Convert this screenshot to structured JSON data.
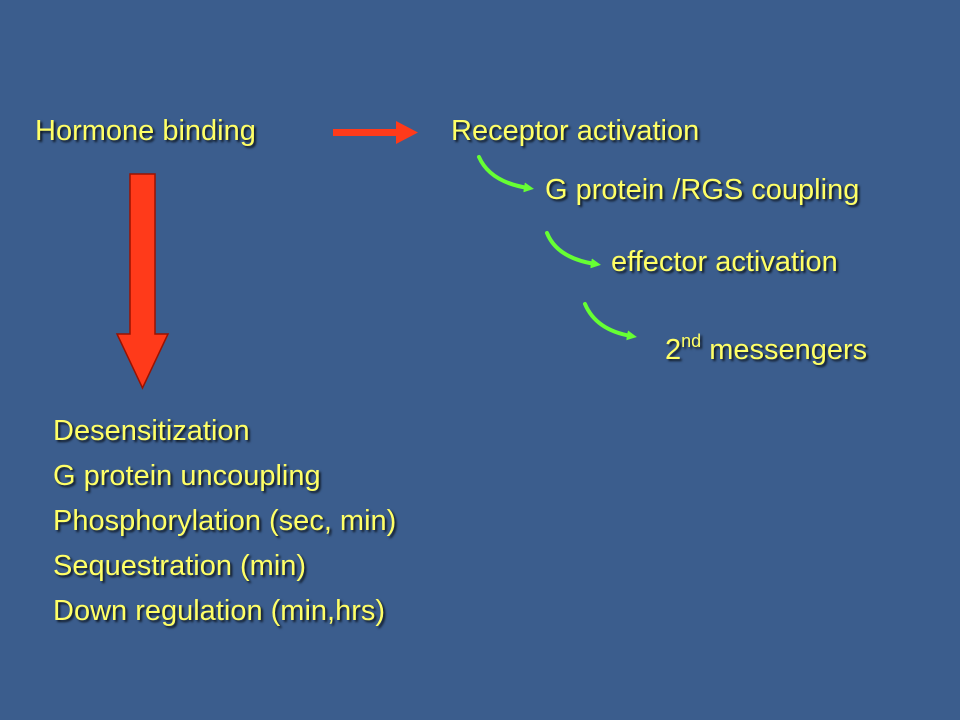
{
  "slide": {
    "background_color": "#3b5d8d",
    "text_color": "#ffff66",
    "main_arrow_color": "#ff3a1a",
    "cascade_arrow_color": "#66ff33"
  },
  "pathway": {
    "hormone_binding": "Hormone binding",
    "receptor_activation": "Receptor activation",
    "g_protein_coupling": "G protein /RGS coupling",
    "effector_activation": "effector activation",
    "second_messengers": {
      "number": "2",
      "ordinal_suffix": "nd",
      "label": " messengers"
    }
  },
  "desensitization": {
    "items": [
      "Desensitization",
      "G protein uncoupling",
      "Phosphorylation (sec, min)",
      "Sequestration (min)",
      "Down regulation (min,hrs)"
    ]
  }
}
